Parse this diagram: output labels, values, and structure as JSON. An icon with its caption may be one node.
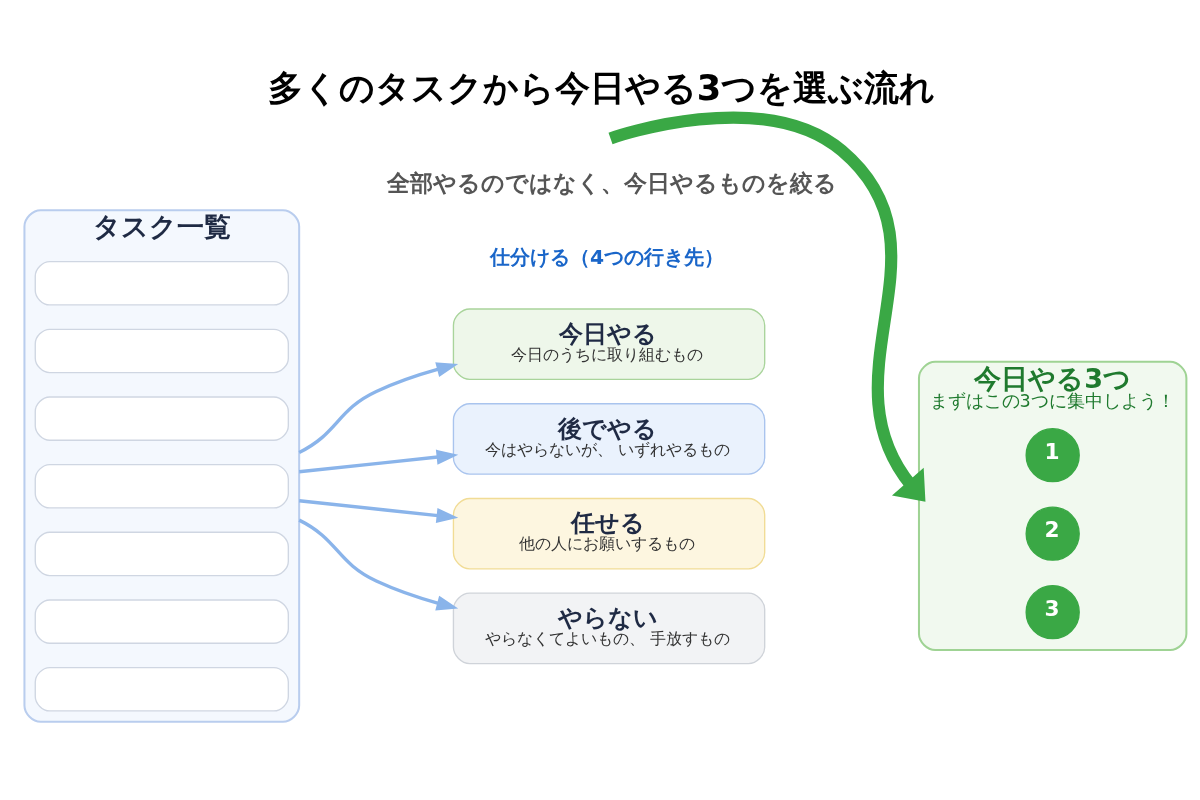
{
  "diagram": {
    "title": "多くのタスクから今日やる3つを選ぶ流れ",
    "nodes": [
      {
        "text": [
          "タスク一覧"
        ]
      },
      {
        "text": [],
        "shape": "box",
        "in": 0
      },
      {
        "text": [],
        "shape": "box",
        "in": 0
      },
      {
        "text": [],
        "shape": "box",
        "in": 0
      },
      {
        "text": [],
        "shape": "box",
        "in": 0
      },
      {
        "text": [],
        "shape": "box",
        "in": 0
      },
      {
        "text": [],
        "shape": "box",
        "in": 0
      },
      {
        "text": [],
        "shape": "box",
        "in": 0
      },
      {
        "text": [
          "今日やる",
          "今日のうちに取り組むもの"
        ]
      },
      {
        "text": [
          "後でやる",
          "今はやらないが、 いずれやるもの"
        ]
      },
      {
        "text": [
          "任せる",
          "他の人にお願いするもの"
        ]
      },
      {
        "text": [
          "やらない",
          "やらなくてよいもの、 手放すもの"
        ]
      },
      {
        "text": [
          "今日やる3つ",
          "まずはこの3つに集中しよう！"
        ]
      },
      {
        "text": [
          "1"
        ],
        "in": 12
      },
      {
        "text": [
          "2"
        ],
        "in": 12
      },
      {
        "text": [
          "3"
        ],
        "in": 12
      }
    ],
    "edges": [
      {
        "from": 0,
        "to": 8,
        "arrow": "to"
      },
      {
        "from": 0,
        "to": 9,
        "arrow": "to"
      },
      {
        "from": 0,
        "to": 10,
        "arrow": "to"
      },
      {
        "from": 0,
        "to": 11,
        "arrow": "to"
      },
      {
        "from": null,
        "to": 12,
        "arrow": "to",
        "style": "thick",
        "color": "#3aa845"
      }
    ],
    "labels": [
      "全部やるのではなく、今日やるものを絞る",
      "仕分ける（4つの行き先）"
    ]
  }
}
